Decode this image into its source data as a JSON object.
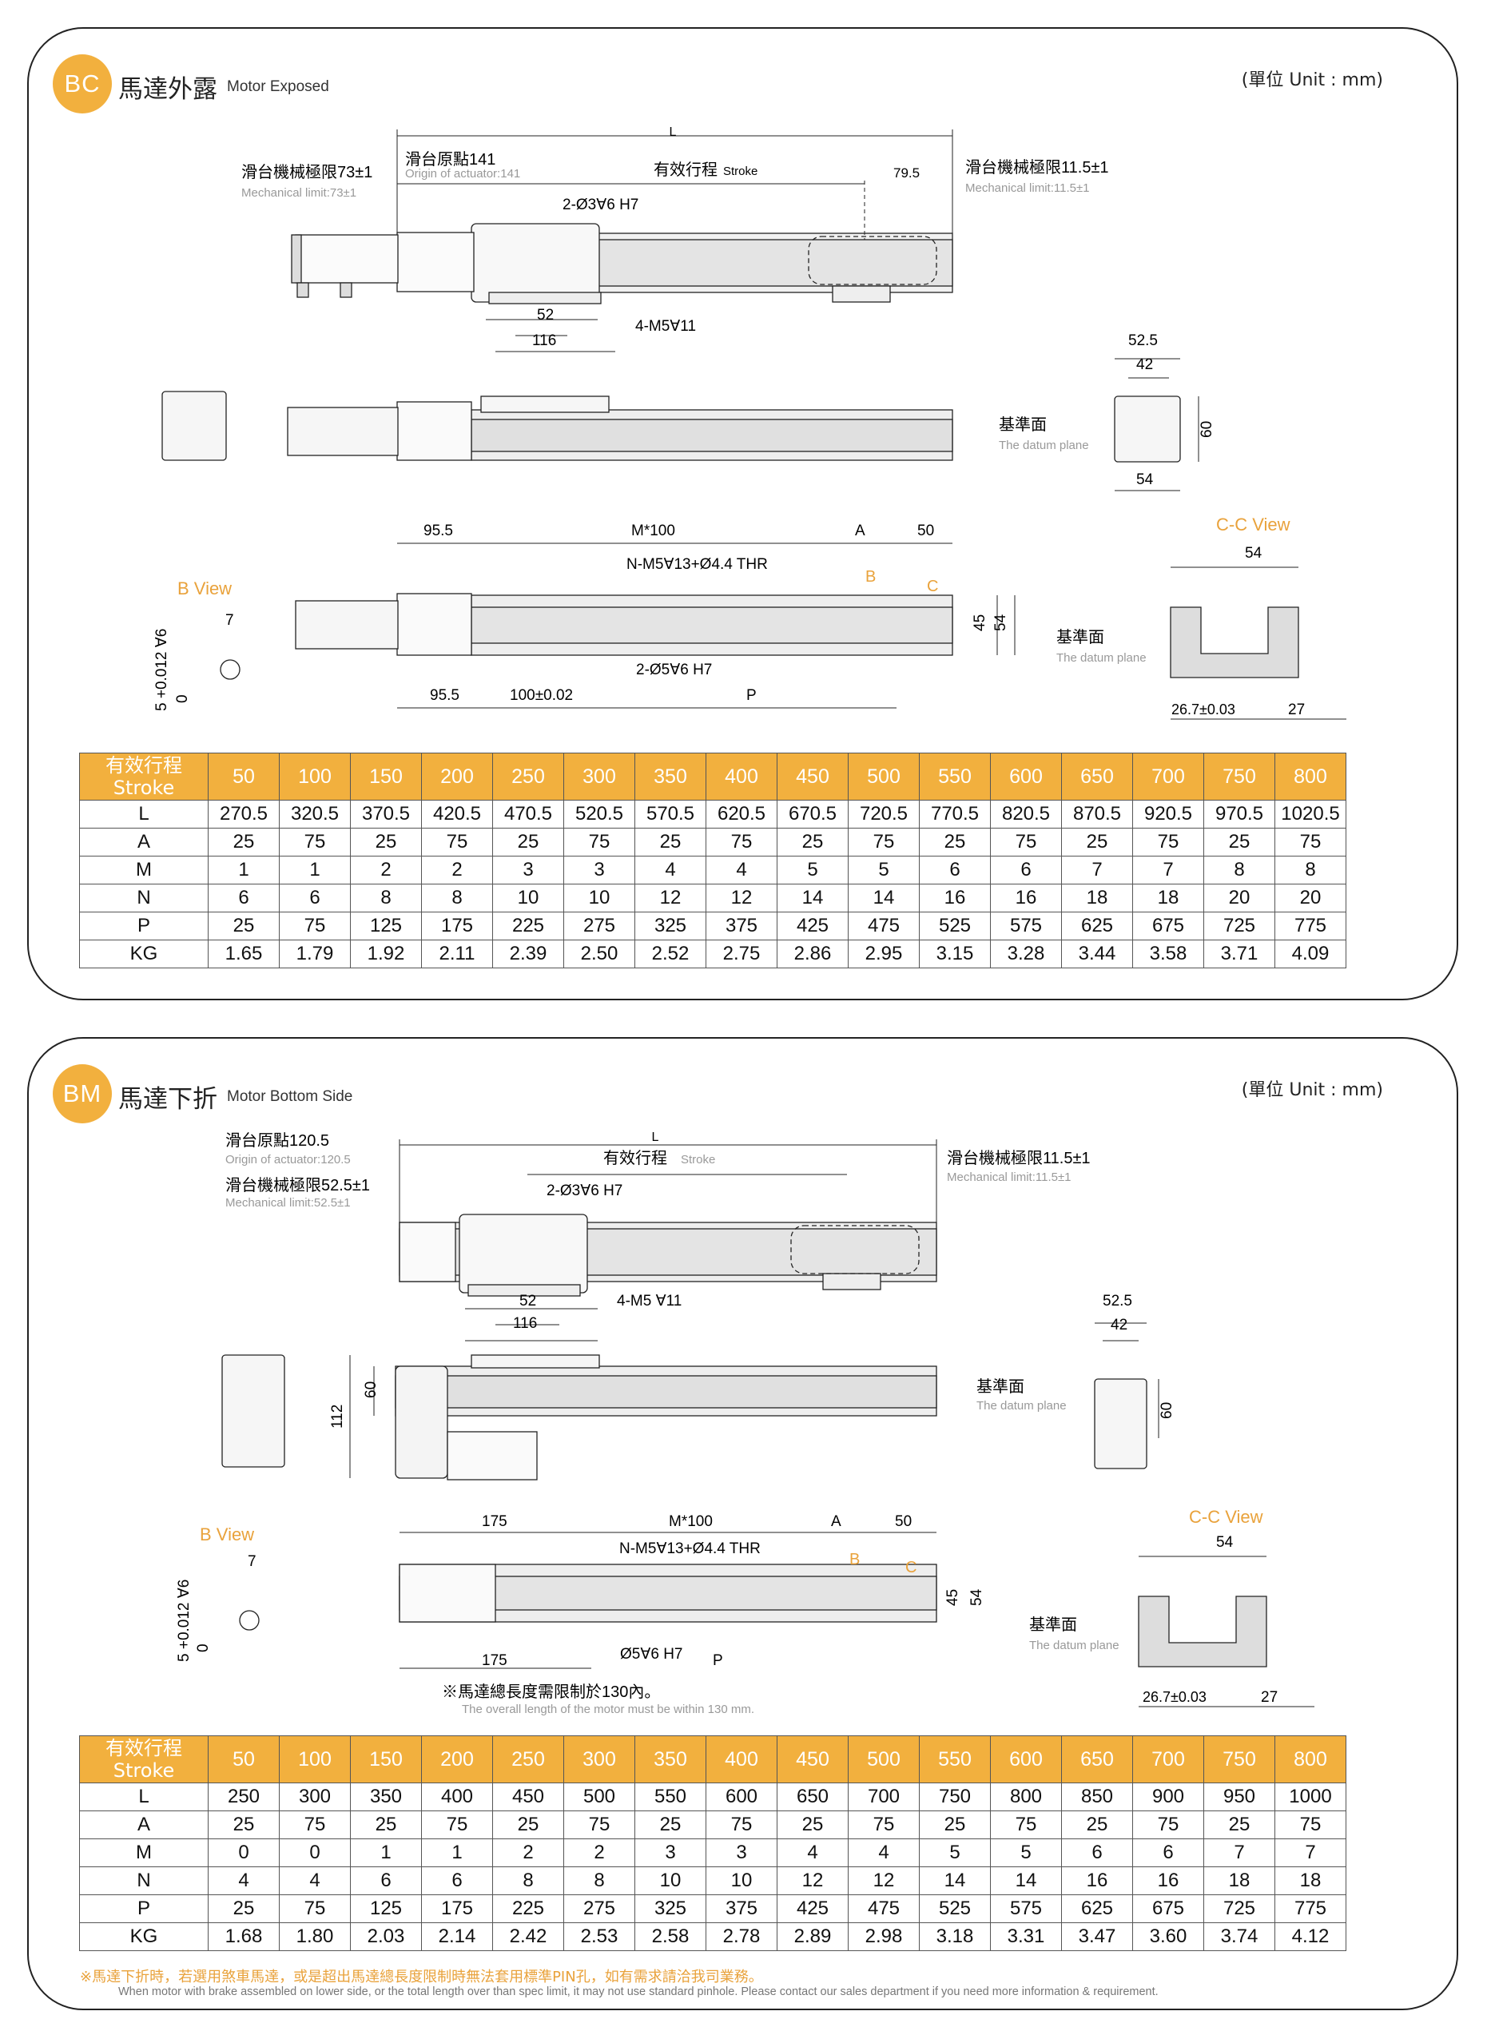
{
  "unit_label": "(單位 Unit : mm)",
  "bc": {
    "badge": "BC",
    "title_zh": "馬達外露",
    "title_en": "Motor Exposed",
    "labels": {
      "L": "L",
      "origin_zh": "滑台原點141",
      "origin_en": "Origin of actuator:141",
      "stroke_zh": "有效行程",
      "stroke_en": "Stroke",
      "dim_79_5": "79.5",
      "mech_left_zh": "滑台機械極限73±1",
      "mech_left_en": "Mechanical limit:73±1",
      "mech_right_zh": "滑台機械極限11.5±1",
      "mech_right_en": "Mechanical limit:11.5±1",
      "pin": "2-Ø3∀6 H7",
      "dim_52": "52",
      "dim_116": "116",
      "thread": "4-M5∀11",
      "dim_52_5": "52.5",
      "dim_42": "42",
      "dim_60": "60",
      "dim_54": "54",
      "datum_zh": "基準面",
      "datum_en": "The datum plane",
      "dim_95_5": "95.5",
      "dim_m100": "M*100",
      "dim_A": "A",
      "dim_50": "50",
      "holes": "N-M5∀13+Ø4.4 THR",
      "B": "B",
      "C": "C",
      "b_view": "B View",
      "dim_7": "7",
      "tol": "5 +0.012 ∀6",
      "tol0": "0",
      "dim_45": "45",
      "dim_54b": "54",
      "pin2": "2-Ø5∀6 H7",
      "dim_95_5b": "95.5",
      "dim_100": "100±0.02",
      "dim_P": "P",
      "cc_view": "C-C View",
      "cc_54": "54",
      "cc_datum_zh": "基準面",
      "cc_datum_en": "The datum plane",
      "cc_267": "26.7±0.03",
      "cc_27": "27"
    },
    "table": {
      "header_zh": "有效行程",
      "header_en": "Stroke",
      "strokes": [
        "50",
        "100",
        "150",
        "200",
        "250",
        "300",
        "350",
        "400",
        "450",
        "500",
        "550",
        "600",
        "650",
        "700",
        "750",
        "800"
      ],
      "rows": [
        {
          "label": "L",
          "values": [
            "270.5",
            "320.5",
            "370.5",
            "420.5",
            "470.5",
            "520.5",
            "570.5",
            "620.5",
            "670.5",
            "720.5",
            "770.5",
            "820.5",
            "870.5",
            "920.5",
            "970.5",
            "1020.5"
          ]
        },
        {
          "label": "A",
          "values": [
            "25",
            "75",
            "25",
            "75",
            "25",
            "75",
            "25",
            "75",
            "25",
            "75",
            "25",
            "75",
            "25",
            "75",
            "25",
            "75"
          ]
        },
        {
          "label": "M",
          "values": [
            "1",
            "1",
            "2",
            "2",
            "3",
            "3",
            "4",
            "4",
            "5",
            "5",
            "6",
            "6",
            "7",
            "7",
            "8",
            "8"
          ]
        },
        {
          "label": "N",
          "values": [
            "6",
            "6",
            "8",
            "8",
            "10",
            "10",
            "12",
            "12",
            "14",
            "14",
            "16",
            "16",
            "18",
            "18",
            "20",
            "20"
          ]
        },
        {
          "label": "P",
          "values": [
            "25",
            "75",
            "125",
            "175",
            "225",
            "275",
            "325",
            "375",
            "425",
            "475",
            "525",
            "575",
            "625",
            "675",
            "725",
            "775"
          ]
        },
        {
          "label": "KG",
          "values": [
            "1.65",
            "1.79",
            "1.92",
            "2.11",
            "2.39",
            "2.50",
            "2.52",
            "2.75",
            "2.86",
            "2.95",
            "3.15",
            "3.28",
            "3.44",
            "3.58",
            "3.71",
            "4.09"
          ]
        }
      ]
    }
  },
  "bm": {
    "badge": "BM",
    "title_zh": "馬達下折",
    "title_en": "Motor Bottom Side",
    "labels": {
      "L": "L",
      "origin_zh": "滑台原點120.5",
      "origin_en": "Origin of actuator:120.5",
      "stroke_zh": "有效行程",
      "stroke_en": "Stroke",
      "mech_left_zh": "滑台機械極限52.5±1",
      "mech_left_en": "Mechanical limit:52.5±1",
      "mech_right_zh": "滑台機械極限11.5±1",
      "mech_right_en": "Mechanical limit:11.5±1",
      "pin": "2-Ø3∀6 H7",
      "dim_52": "52",
      "dim_116": "116",
      "thread": "4-M5 ∀11",
      "dim_52_5": "52.5",
      "dim_42": "42",
      "dim_60": "60",
      "dim_112": "112",
      "dim_60b": "60",
      "datum_zh": "基準面",
      "datum_en": "The datum plane",
      "dim_175": "175",
      "dim_m100": "M*100",
      "dim_A": "A",
      "dim_50": "50",
      "holes": "N-M5∀13+Ø4.4 THR",
      "B": "B",
      "C": "C",
      "b_view": "B View",
      "dim_7": "7",
      "tol": "5 +0.012 ∀6",
      "tol0": "0",
      "dim_45": "45",
      "dim_54b": "54",
      "pin2": "Ø5∀6 H7",
      "dim_175b": "175",
      "dim_P": "P",
      "motor_note_zh": "※馬達總長度需限制於130內。",
      "motor_note_en": "The overall length of the motor must be within 130 mm.",
      "cc_view": "C-C View",
      "cc_54": "54",
      "cc_datum_zh": "基準面",
      "cc_datum_en": "The datum plane",
      "cc_267": "26.7±0.03",
      "cc_27": "27"
    },
    "table": {
      "header_zh": "有效行程",
      "header_en": "Stroke",
      "strokes": [
        "50",
        "100",
        "150",
        "200",
        "250",
        "300",
        "350",
        "400",
        "450",
        "500",
        "550",
        "600",
        "650",
        "700",
        "750",
        "800"
      ],
      "rows": [
        {
          "label": "L",
          "values": [
            "250",
            "300",
            "350",
            "400",
            "450",
            "500",
            "550",
            "600",
            "650",
            "700",
            "750",
            "800",
            "850",
            "900",
            "950",
            "1000"
          ]
        },
        {
          "label": "A",
          "values": [
            "25",
            "75",
            "25",
            "75",
            "25",
            "75",
            "25",
            "75",
            "25",
            "75",
            "25",
            "75",
            "25",
            "75",
            "25",
            "75"
          ]
        },
        {
          "label": "M",
          "values": [
            "0",
            "0",
            "1",
            "1",
            "2",
            "2",
            "3",
            "3",
            "4",
            "4",
            "5",
            "5",
            "6",
            "6",
            "7",
            "7"
          ]
        },
        {
          "label": "N",
          "values": [
            "4",
            "4",
            "6",
            "6",
            "8",
            "8",
            "10",
            "10",
            "12",
            "12",
            "14",
            "14",
            "16",
            "16",
            "18",
            "18"
          ]
        },
        {
          "label": "P",
          "values": [
            "25",
            "75",
            "125",
            "175",
            "225",
            "275",
            "325",
            "375",
            "425",
            "475",
            "525",
            "575",
            "625",
            "675",
            "725",
            "775"
          ]
        },
        {
          "label": "KG",
          "values": [
            "1.68",
            "1.80",
            "2.03",
            "2.14",
            "2.42",
            "2.53",
            "2.58",
            "2.78",
            "2.89",
            "2.98",
            "3.18",
            "3.31",
            "3.47",
            "3.60",
            "3.74",
            "4.12"
          ]
        }
      ]
    }
  },
  "footnote_zh": "※馬達下折時，若選用煞車馬達，或是超出馬達總長度限制時無法套用標準PIN孔，如有需求請洽我司業務。",
  "footnote_en": "When motor with brake assembled on lower side, or the total length over than spec limit, it may not use standard pinhole. Please contact our sales department if you need more information & requirement."
}
